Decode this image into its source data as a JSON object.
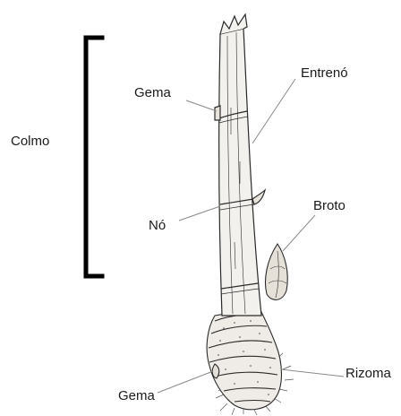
{
  "labels": {
    "colmo": "Colmo",
    "gema_top": "Gema",
    "entreno": "Entrenó",
    "no": "Nó",
    "broto": "Broto",
    "rizoma": "Rizoma",
    "gema_bottom": "Gema"
  },
  "colors": {
    "ink": "#222222",
    "bracket": "#000000",
    "leader": "#8a8a8a",
    "stem_fill": "#f3f1ee"
  }
}
